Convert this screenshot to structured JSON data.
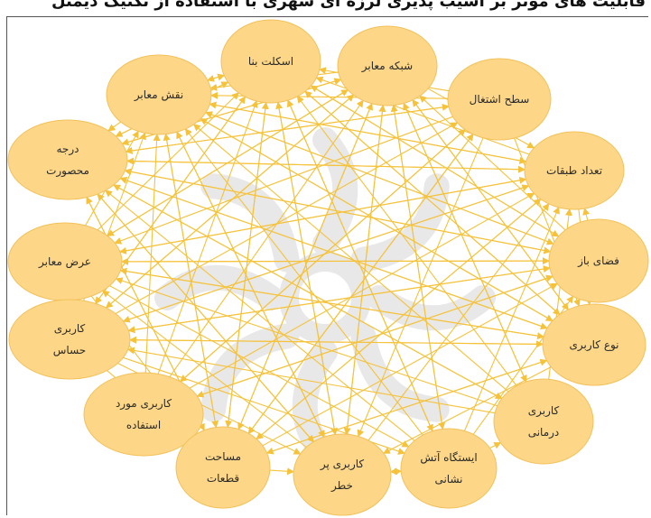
{
  "header": {
    "cropped_text": "ﻗﺎﺑﻠﯿﺖ ﻫﺎی ﻣﻮﺛﺮ ﺑﺮ ﺁﺳﯿﺐ ﭘﺬﯾﺮی ﻟﺮزه ای ﺷﻬﺮی ﺑﺎ اﺳﺘﻔﺎده از ﺗﮑﻨﯿﮏ دیمتل"
  },
  "colors": {
    "node_fill": "#fdd787",
    "node_stroke": "#f2c15a",
    "edge": "#f5c23a",
    "watermark": "#d7d7d7"
  },
  "nodes": [
    {
      "id": "skeleton",
      "lines": [
        "اسکلت بنا"
      ]
    },
    {
      "id": "network",
      "lines": [
        "شبکه معابر"
      ]
    },
    {
      "id": "role",
      "lines": [
        "نقش معابر"
      ]
    },
    {
      "id": "occupancy",
      "lines": [
        "سطح اشتغال"
      ]
    },
    {
      "id": "enclosure",
      "lines": [
        "درجه",
        "محصورت"
      ]
    },
    {
      "id": "floors",
      "lines": [
        "تعداد طبقات"
      ]
    },
    {
      "id": "width",
      "lines": [
        "عرض معابر"
      ]
    },
    {
      "id": "open",
      "lines": [
        "فضای باز"
      ]
    },
    {
      "id": "sensitive",
      "lines": [
        "کاربری",
        "حساس"
      ]
    },
    {
      "id": "usetype",
      "lines": [
        "نوع کاربری"
      ]
    },
    {
      "id": "used",
      "lines": [
        "کاربری مورد",
        "استفاده"
      ]
    },
    {
      "id": "medical",
      "lines": [
        "کاربری",
        "درمانی"
      ]
    },
    {
      "id": "parcel",
      "lines": [
        "مساحت",
        "قطعات"
      ]
    },
    {
      "id": "hazard",
      "lines": [
        "کاربری پر",
        "خطر"
      ]
    },
    {
      "id": "fire",
      "lines": [
        "ایستگاه آتش",
        "نشانی"
      ]
    }
  ],
  "edges": [
    [
      "enclosure",
      "skeleton"
    ],
    [
      "enclosure",
      "network"
    ],
    [
      "enclosure",
      "occupancy"
    ],
    [
      "enclosure",
      "floors"
    ],
    [
      "enclosure",
      "open"
    ],
    [
      "enclosure",
      "usetype"
    ],
    [
      "enclosure",
      "parcel"
    ],
    [
      "enclosure",
      "hazard"
    ],
    [
      "width",
      "skeleton"
    ],
    [
      "width",
      "network"
    ],
    [
      "width",
      "role"
    ],
    [
      "width",
      "floors"
    ],
    [
      "width",
      "open"
    ],
    [
      "width",
      "usetype"
    ],
    [
      "width",
      "parcel"
    ],
    [
      "sensitive",
      "role"
    ],
    [
      "sensitive",
      "skeleton"
    ],
    [
      "sensitive",
      "network"
    ],
    [
      "sensitive",
      "occupancy"
    ],
    [
      "sensitive",
      "floors"
    ],
    [
      "sensitive",
      "open"
    ],
    [
      "sensitive",
      "usetype"
    ],
    [
      "sensitive",
      "hazard"
    ],
    [
      "used",
      "role"
    ],
    [
      "used",
      "skeleton"
    ],
    [
      "used",
      "network"
    ],
    [
      "used",
      "occupancy"
    ],
    [
      "used",
      "floors"
    ],
    [
      "used",
      "open"
    ],
    [
      "parcel",
      "enclosure"
    ],
    [
      "parcel",
      "role"
    ],
    [
      "parcel",
      "skeleton"
    ],
    [
      "parcel",
      "network"
    ],
    [
      "parcel",
      "occupancy"
    ],
    [
      "parcel",
      "floors"
    ],
    [
      "parcel",
      "open"
    ],
    [
      "parcel",
      "usetype"
    ],
    [
      "hazard",
      "enclosure"
    ],
    [
      "hazard",
      "role"
    ],
    [
      "hazard",
      "skeleton"
    ],
    [
      "hazard",
      "network"
    ],
    [
      "hazard",
      "width"
    ],
    [
      "hazard",
      "floors"
    ],
    [
      "fire",
      "role"
    ],
    [
      "fire",
      "skeleton"
    ],
    [
      "fire",
      "network"
    ],
    [
      "fire",
      "enclosure"
    ],
    [
      "fire",
      "floors"
    ],
    [
      "fire",
      "open"
    ],
    [
      "fire",
      "hazard"
    ],
    [
      "medical",
      "role"
    ],
    [
      "medical",
      "skeleton"
    ],
    [
      "medical",
      "network"
    ],
    [
      "medical",
      "enclosure"
    ],
    [
      "medical",
      "width"
    ],
    [
      "medical",
      "sensitive"
    ],
    [
      "usetype",
      "role"
    ],
    [
      "usetype",
      "skeleton"
    ],
    [
      "usetype",
      "network"
    ],
    [
      "usetype",
      "enclosure"
    ],
    [
      "usetype",
      "width"
    ],
    [
      "usetype",
      "sensitive"
    ],
    [
      "usetype",
      "parcel"
    ],
    [
      "usetype",
      "hazard"
    ],
    [
      "open",
      "role"
    ],
    [
      "open",
      "skeleton"
    ],
    [
      "open",
      "network"
    ],
    [
      "open",
      "enclosure"
    ],
    [
      "open",
      "width"
    ],
    [
      "open",
      "sensitive"
    ],
    [
      "open",
      "used"
    ],
    [
      "open",
      "floors"
    ],
    [
      "floors",
      "role"
    ],
    [
      "floors",
      "skeleton"
    ],
    [
      "floors",
      "enclosure"
    ],
    [
      "floors",
      "width"
    ],
    [
      "floors",
      "sensitive"
    ],
    [
      "floors",
      "parcel"
    ],
    [
      "floors",
      "usetype"
    ],
    [
      "occupancy",
      "role"
    ],
    [
      "occupancy",
      "skeleton"
    ],
    [
      "occupancy",
      "enclosure"
    ],
    [
      "occupancy",
      "width"
    ],
    [
      "occupancy",
      "used"
    ],
    [
      "occupancy",
      "parcel"
    ],
    [
      "occupancy",
      "hazard"
    ],
    [
      "occupancy",
      "usetype"
    ],
    [
      "network",
      "role"
    ],
    [
      "network",
      "enclosure"
    ],
    [
      "network",
      "width"
    ],
    [
      "network",
      "sensitive"
    ],
    [
      "network",
      "parcel"
    ],
    [
      "network",
      "hazard"
    ],
    [
      "network",
      "fire"
    ],
    [
      "network",
      "medical"
    ],
    [
      "network",
      "usetype"
    ],
    [
      "skeleton",
      "role"
    ],
    [
      "skeleton",
      "enclosure"
    ],
    [
      "skeleton",
      "sensitive"
    ],
    [
      "skeleton",
      "parcel"
    ],
    [
      "skeleton",
      "hazard"
    ],
    [
      "skeleton",
      "fire"
    ],
    [
      "skeleton",
      "open"
    ],
    [
      "role",
      "skeleton"
    ],
    [
      "role",
      "enclosure"
    ],
    [
      "role",
      "parcel"
    ],
    [
      "role",
      "hazard"
    ],
    [
      "role",
      "usetype"
    ],
    [
      "role",
      "floors"
    ],
    [
      "sensitive",
      "parcel"
    ],
    [
      "used",
      "parcel"
    ],
    [
      "enclosure",
      "medical"
    ],
    [
      "width",
      "fire"
    ],
    [
      "sensitive",
      "fire"
    ],
    [
      "role",
      "open"
    ],
    [
      "network",
      "floors"
    ],
    [
      "skeleton",
      "usetype"
    ],
    [
      "parcel",
      "hazard"
    ],
    [
      "hazard",
      "fire"
    ],
    [
      "medical",
      "floors"
    ],
    [
      "fire",
      "medical"
    ]
  ]
}
